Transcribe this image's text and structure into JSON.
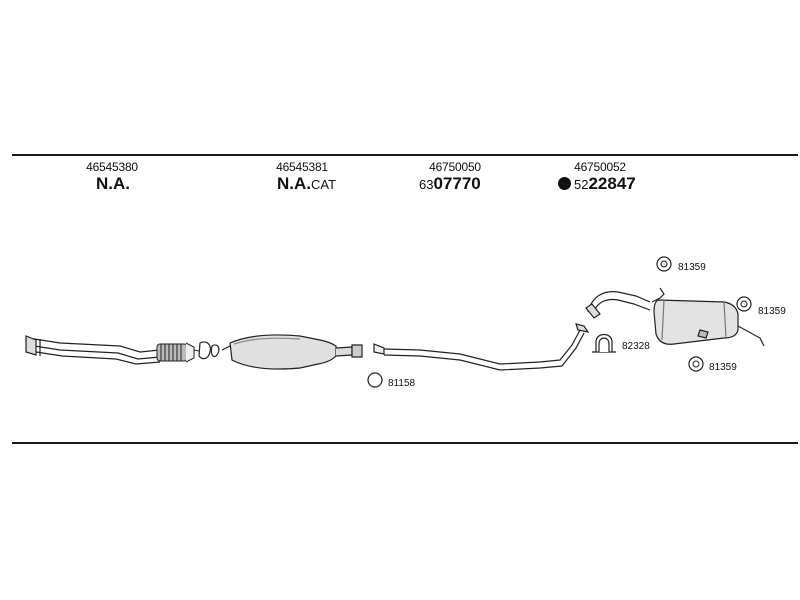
{
  "header_parts": [
    {
      "number": "46545380",
      "code": "N.A.",
      "code_suffix": ""
    },
    {
      "number": "46545381",
      "code": "N.A.",
      "code_suffix": "CAT"
    },
    {
      "number": "46750050",
      "code_prefix": "63",
      "code": "07770"
    },
    {
      "number": "46750052",
      "code_prefix": "52",
      "code": "22847"
    }
  ],
  "refs": {
    "ring_81158": "81158",
    "clamp_82328": "82328",
    "hanger_top": "81359",
    "hanger_right": "81359",
    "hanger_bottom": "81359"
  }
}
